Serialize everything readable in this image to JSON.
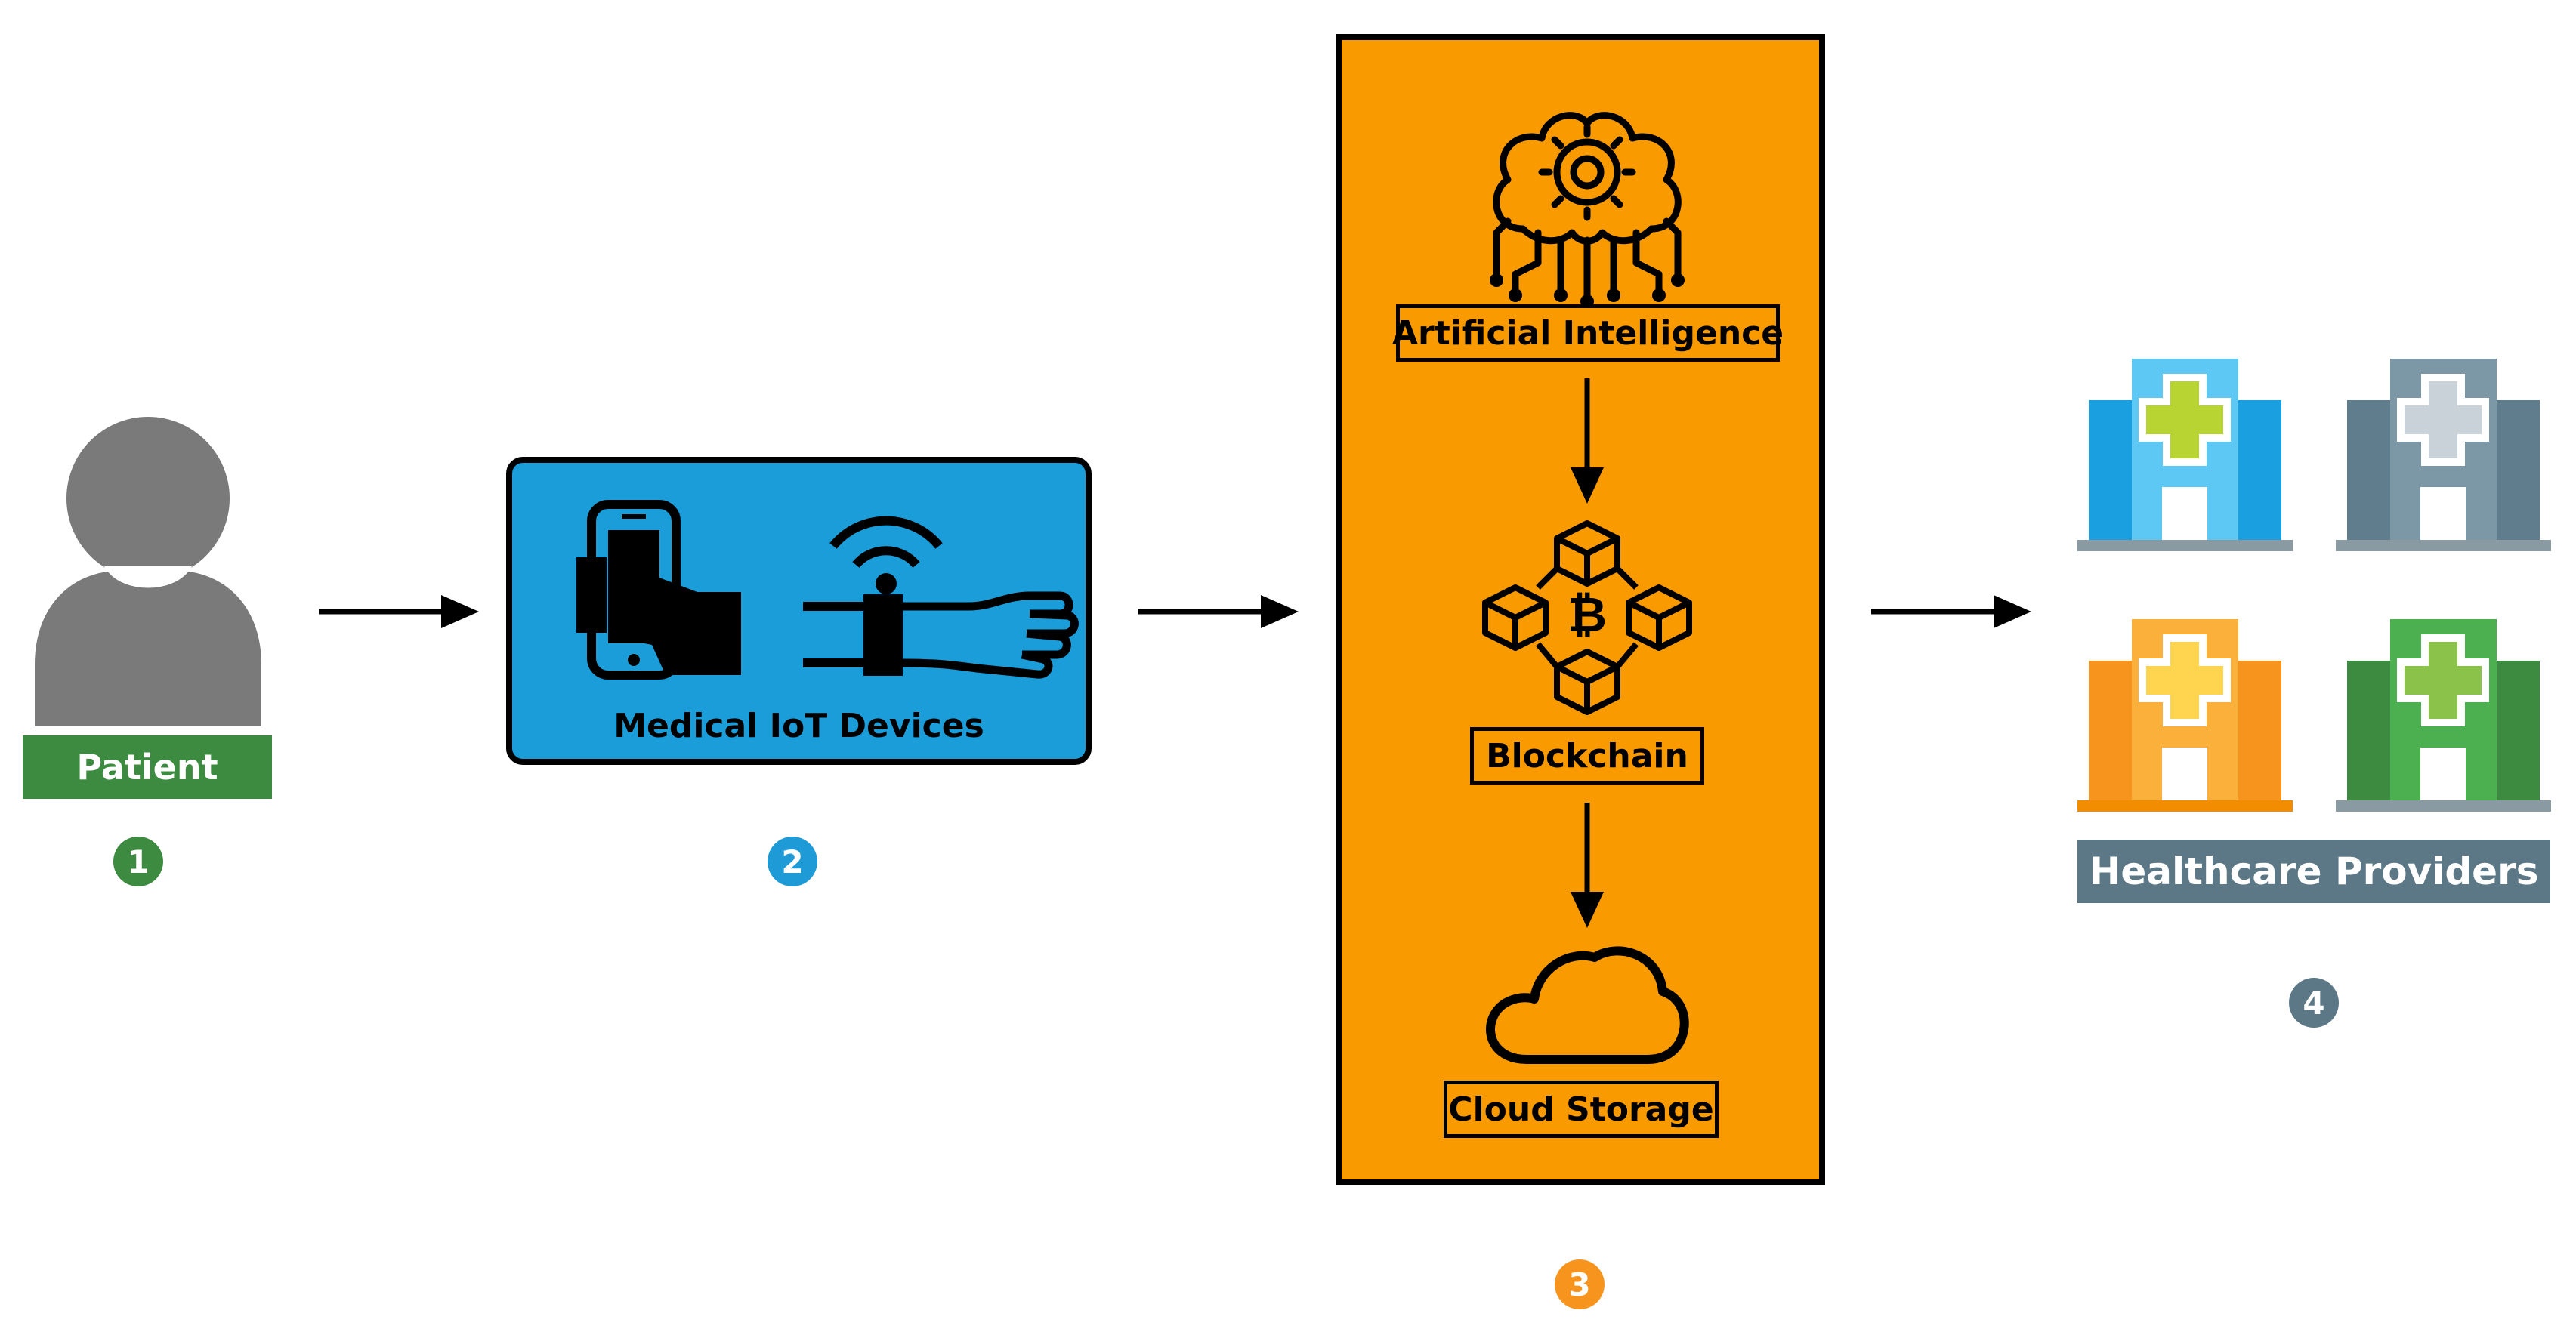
{
  "steps": {
    "patient": {
      "label": "Patient",
      "number": "1",
      "color": "#3d8b40"
    },
    "iot": {
      "label": "Medical IoT Devices",
      "number": "2",
      "color": "#1e9bd7",
      "box_color": "#1a9dd9"
    },
    "processing": {
      "number": "3",
      "color": "#f7941d",
      "box_color": "#f89a00",
      "ai_label": "Artificial Intelligence",
      "blockchain_label": "Blockchain",
      "cloud_label": "Cloud Storage"
    },
    "providers": {
      "label": "Healthcare Providers",
      "number": "4",
      "color": "#5c7887",
      "hospital_colors": [
        "#1a9fe0",
        "#5f7d8c",
        "#f7941d",
        "#3d8b40"
      ],
      "cross_colors": [
        "#b8d432",
        "#c8d2d8",
        "#ffd54f",
        "#8bc34a"
      ]
    }
  },
  "icons": {
    "patient": "user-icon",
    "phone": "smartphone-hand-icon",
    "wearable": "wrist-wearable-icon",
    "ai": "ai-brain-icon",
    "blockchain": "blockchain-icon",
    "cloud": "cloud-icon",
    "hospital": "hospital-icon"
  }
}
